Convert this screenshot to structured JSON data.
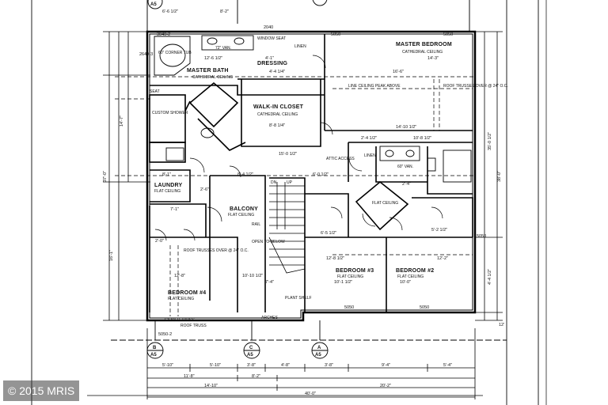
{
  "watermark": "© 2015 MRIS",
  "rooms": {
    "master_bedroom": {
      "name": "MASTER BEDROOM",
      "note": "CATHEDRAL CEILING"
    },
    "master_bath": {
      "name": "MASTER BATH",
      "note": "CATHEDRAL CEILING"
    },
    "walk_in_closet": {
      "name": "WALK-IN CLOSET",
      "note": "CATHEDRAL CEILING"
    },
    "laundry": {
      "name": "LAUNDRY",
      "note": "FLAT CEILING"
    },
    "balcony": {
      "name": "BALCONY",
      "note": "FLAT CEILING"
    },
    "bedroom4": {
      "name": "BEDROOM #4",
      "note": "FLAT CEILING"
    },
    "bedroom3": {
      "name": "BEDROOM #3",
      "note": "FLAT CEILING"
    },
    "bedroom2": {
      "name": "BEDROOM #2",
      "note": "FLAT CEILING"
    },
    "bath2": {
      "name": "FLAT CEILING"
    }
  },
  "labels": {
    "corner_tub": "60\" CORNER TUB",
    "vanity72": "72\" VAN.",
    "window_seat": "WINDOW SEAT",
    "dressing": "DRESSING",
    "linen1": "LINEN",
    "linen2": "LINEN",
    "seat": "SEAT",
    "custom_shower": "CUSTOM SHOWER",
    "vanity60": "60\" VAN.",
    "attic_access": "ATTIC ACCESS",
    "rail": "RAIL",
    "open_to_below": "OPEN TO BELOW",
    "plant_shelf": "PLANT SHELF",
    "arches": "ARCHES",
    "girder_truss": "GIRDER TRUSS",
    "roof_truss": "ROOF TRUSS",
    "line_ceiling": "LINE CEILING PEAK ABOVE",
    "roof_trusses1": "ROOF TRUSSES OVER @ 24\" O.C.",
    "roof_trusses2": "ROOF TRUSSES OVER @ 24\" O.C.",
    "up": "UP",
    "dn": "DN"
  },
  "windows": {
    "w1": "3040-2",
    "w2": "2040",
    "w3": "5050",
    "w4": "5050",
    "w5": "5050",
    "w6": "5050",
    "w7": "5050-2",
    "w8": "5050",
    "w9": "2640-3"
  },
  "dims": {
    "top1": "6'-6 1/2\"",
    "top2": "8'-2\"",
    "mb_w": "16'-6\"",
    "mb_h": "14'-3\"",
    "d1": "12'-6 1/2\"",
    "d2": "4'-1\"",
    "d3": "4'-4 1/4\"",
    "d4": "8'-8 1/4\"",
    "d5": "15'-0 1/2\"",
    "d6": "14'-10 1/2\"",
    "d7": "2'-4 1/2\"",
    "d8": "10'-8 1/2\"",
    "d9": "6'-0 1/2\"",
    "d10": "8'-4 1/2\"",
    "d11": "8'-1\"",
    "d12": "7'-1\"",
    "d13": "12'-8\"",
    "d14": "10'-10 1/2\"",
    "d15": "7'-4\"",
    "d16": "12'-8 1/2\"",
    "d17": "10'-1 1/2\"",
    "d18": "10'-0\"",
    "d19": "12'-2\"",
    "d20": "6'-5 1/2\"",
    "d21": "5'-2 1/2\"",
    "d22": "2'-0\"",
    "d23": "2'-6\"",
    "d24": "2'-4\"",
    "d25": "16'-1\"",
    "d26": "37'-0\"",
    "d27": "14'-7\"",
    "d28": "38'-0\"",
    "d29": "35'-0 1/2\"",
    "d30": "4'-4 1/2\"",
    "d31": "12'",
    "b1": "5'-10\"",
    "b2": "5'-10\"",
    "b3": "3'-8\"",
    "b4": "4'-8\"",
    "b5": "3'-8\"",
    "b6": "9'-4\"",
    "b7": "5'-4\"",
    "b8": "11'-8\"",
    "b9": "8'-2\"",
    "b10": "14'-10\"",
    "b11": "20'-2\"",
    "b12": "40'-0\""
  },
  "sections": [
    {
      "letter": "A",
      "sheet": "A5"
    },
    {
      "letter": "B",
      "sheet": "A5"
    },
    {
      "letter": "C",
      "sheet": "A5"
    },
    {
      "letter": "A",
      "sheet": "A5"
    }
  ]
}
